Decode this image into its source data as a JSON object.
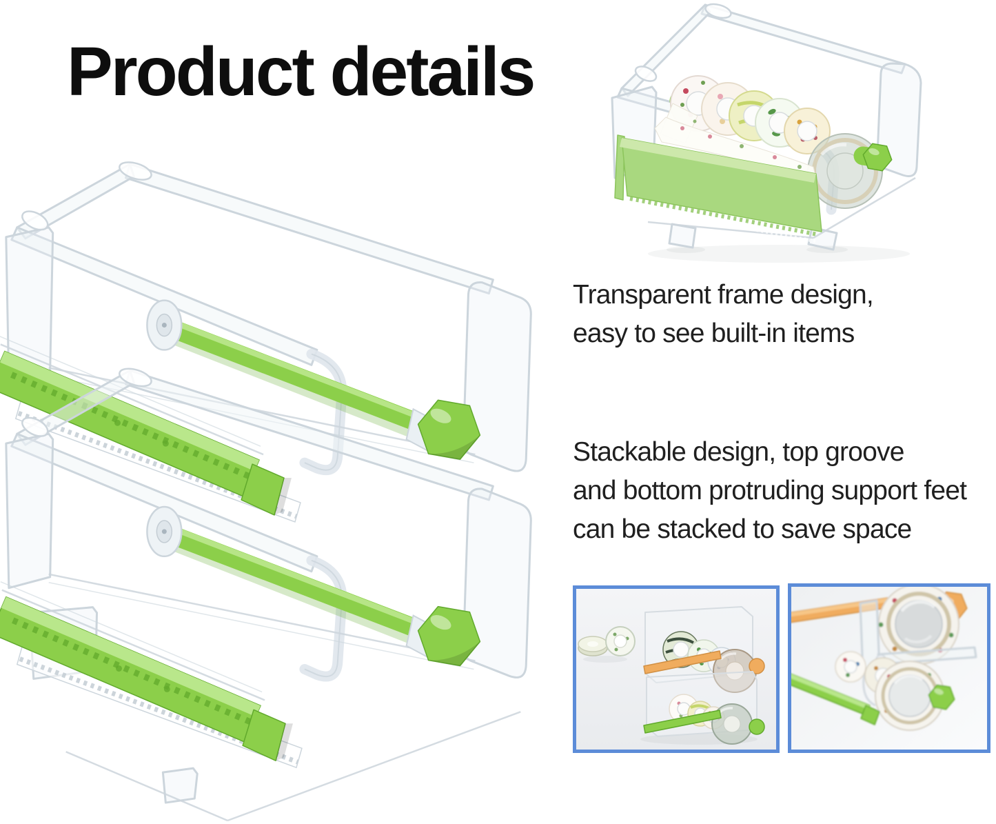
{
  "page": {
    "title_text": "Product details"
  },
  "features": {
    "transparent": {
      "line1": "Transparent frame design,",
      "line2": "easy to see built-in items"
    },
    "stackable": {
      "line1": "Stackable design, top groove",
      "line2": "and bottom protruding support feet",
      "line3": "can be stacked to save space"
    }
  },
  "figures": {
    "main": {
      "label": "Two stacked transparent washi tape dispensers with green rollers and serrated cutter bars"
    },
    "loaded": {
      "label": "Transparent tape dispenser loaded with five floral washi tape rolls and a green knob"
    },
    "stacked_thumb": {
      "label": "Stacked orange and green tape dispensers filled with washi tape rolls"
    },
    "closeup_thumb": {
      "label": "Close-up of the stacking groove and support feet between two dispensers"
    }
  },
  "colors": {
    "green": "#8ccf4a",
    "green-dark": "#61a92c",
    "green-light": "#bce88e",
    "green-soft": "#a9d87f",
    "orange": "#f0ac5e",
    "orange-dark": "#d18f43",
    "acrylic": "#ccd5dc",
    "photo-border": "#5c8cd8",
    "photo-bg": "#f0f1f3",
    "title-color": "#0e0e0e",
    "text-color": "#1f1f1f"
  }
}
